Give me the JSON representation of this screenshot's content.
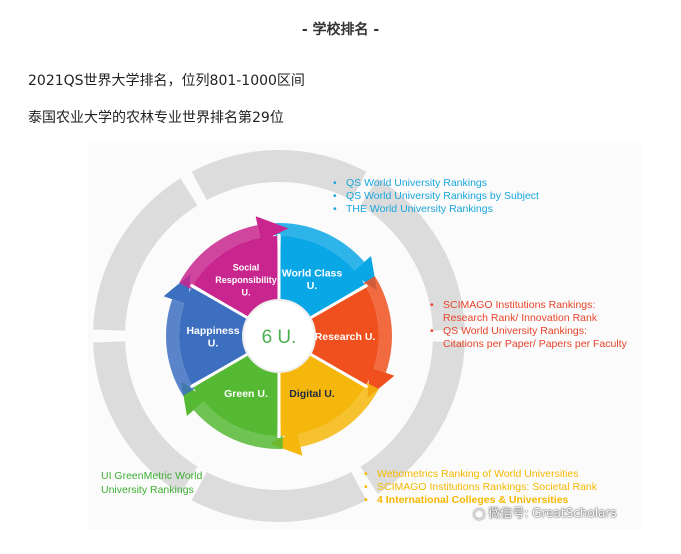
{
  "header": {
    "section_title": "- 学校排名 -"
  },
  "paragraphs": [
    "2021QS世界大学排名，位列801-1000区间",
    "泰国农业大学的农林专业世界排名第29位"
  ],
  "diagram": {
    "center_label": "6 U.",
    "segments": [
      {
        "lines": [
          "World Class",
          "U."
        ],
        "color": "#0aa7e6"
      },
      {
        "lines": [
          "Research U."
        ],
        "color": "#f0501e"
      },
      {
        "lines": [
          "Digital U."
        ],
        "color": "#f6b70c"
      },
      {
        "lines": [
          "Green U."
        ],
        "color": "#56b934"
      },
      {
        "lines": [
          "Happiness",
          "U."
        ],
        "color": "#3d6fc0"
      },
      {
        "lines": [
          "Social",
          "Responsibility",
          "U."
        ],
        "color": "#c8268e"
      }
    ],
    "ring_color": "#dcdcdc",
    "center_color": "#ffffff"
  },
  "rankings": {
    "blue": [
      "QS World University Rankings",
      "QS World University Rankings by Subject",
      "THE World University Rankings"
    ],
    "red": [
      "SCIMAGO Institutions Rankings:",
      "Research Rank/ Innovation Rank",
      "QS World University Rankings:",
      "Citations per Paper/ Papers per Faculty"
    ],
    "green": [
      "UI GreenMetric World",
      "University Rankings"
    ],
    "yellow": [
      "Webometrics Ranking of World Universities",
      "SCIMAGO Institutions Rankings: Societal Rank",
      "4 International Colleges & Universities"
    ]
  },
  "watermark": {
    "icon": "wechat-icon",
    "text": "微信号: GreatScholars"
  }
}
